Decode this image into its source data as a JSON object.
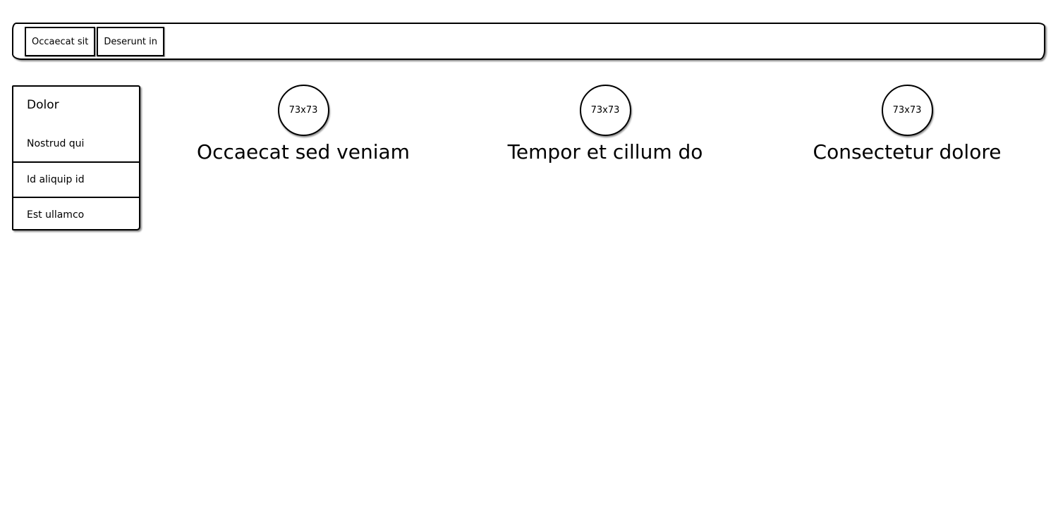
{
  "navbar": {
    "tabs": [
      {
        "label": "Occaecat sit"
      },
      {
        "label": "Deserunt in"
      }
    ]
  },
  "sidebar": {
    "header": "Dolor",
    "items": [
      {
        "label": "Nostrud qui"
      },
      {
        "label": "Id aliquip id"
      },
      {
        "label": "Est ullamco"
      }
    ]
  },
  "cards": [
    {
      "image_label": "73x73",
      "title": "Occaecat sed veniam"
    },
    {
      "image_label": "73x73",
      "title": "Tempor et cillum do"
    },
    {
      "image_label": "73x73",
      "title": "Consectetur dolore"
    }
  ]
}
